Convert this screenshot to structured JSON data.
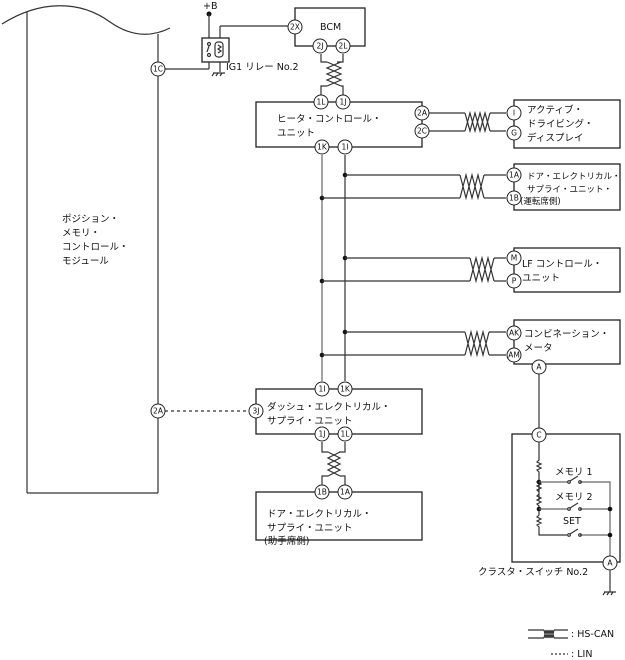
{
  "power": {
    "label": "+B"
  },
  "pcm": {
    "label_lines": [
      "ポジション・",
      "メモリ・",
      "コントロール・",
      "モジュール"
    ],
    "pins": {
      "c1": "1C",
      "c2": "2A"
    }
  },
  "relay": {
    "label": "IG1 リレー No.2"
  },
  "bcm": {
    "label": "BCM",
    "pins": {
      "x": "2X",
      "j": "2J",
      "l": "2L"
    }
  },
  "hcu": {
    "label_lines": [
      "ヒータ・コントロール・",
      "ユニット"
    ],
    "pins": {
      "l": "1L",
      "j": "1J",
      "a": "2A",
      "c": "2C",
      "k": "1K",
      "i": "1I"
    }
  },
  "add": {
    "label_lines": [
      "アクティブ・",
      "ドライビング・",
      "ディスプレイ"
    ],
    "pins": {
      "i": "I",
      "g": "G"
    }
  },
  "desu": {
    "label_lines": [
      "ドア・エレクトリカル・",
      "サプライ・ユニット・",
      "(運転席側)"
    ],
    "pins": {
      "a": "1A",
      "b": "1B"
    }
  },
  "lf": {
    "label_lines": [
      "LF コントロール・",
      "ユニット"
    ],
    "pins": {
      "m": "M",
      "p": "P"
    }
  },
  "cm": {
    "label_lines": [
      "コンビネーション・",
      "メータ"
    ],
    "pins": {
      "ak": "AK",
      "am": "AM",
      "a": "A"
    }
  },
  "dash": {
    "label_lines": [
      "ダッシュ・エレクトリカル・",
      "サプライ・ユニット"
    ],
    "pins": {
      "i": "1I",
      "k": "1K",
      "j3": "3J",
      "j": "1J",
      "l": "1L"
    }
  },
  "pesu": {
    "label_lines": [
      "ドア・エレクトリカル・",
      "サプライ・ユニット",
      "(助手席側)"
    ],
    "pins": {
      "b": "1B",
      "a": "1A"
    }
  },
  "cluster": {
    "label": "クラスタ・スイッチ No.2",
    "pins": {
      "c": "C",
      "a": "A"
    },
    "switches": [
      "メモリ 1",
      "メモリ 2",
      "SET"
    ]
  },
  "legend": {
    "hscan": ": HS-CAN",
    "lin": ": LIN"
  }
}
